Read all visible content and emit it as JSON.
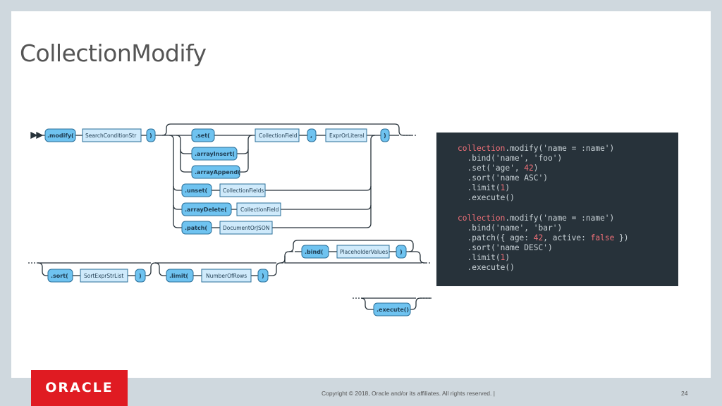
{
  "slide": {
    "title": "CollectionModify",
    "page_number": "24",
    "copyright": "Copyright © 2018, Oracle and/or its affiliates. All rights reserved.  |",
    "logo_text": "ORACLE"
  },
  "diagram": {
    "row1": {
      "modify": ".modify(",
      "search_condition": "SearchConditionStr",
      "close_paren": ")",
      "set": ".set(",
      "collection_field": "CollectionField",
      "comma": ",",
      "expr_or_literal": "ExprOrLiteral",
      "set_close": ")",
      "array_insert": ".arrayInsert(",
      "array_append": ".arrayAppend(",
      "unset": ".unset(",
      "collection_fields": "CollectionFields",
      "array_delete": ".arrayDelete(",
      "array_delete_field": "CollectionField",
      "patch": ".patch(",
      "document_or_json": "DocumentOrJSON"
    },
    "row2": {
      "sort": ".sort(",
      "sort_expr": "SortExprStrList",
      "sort_close": ")",
      "limit": ".limit(",
      "number_of_rows": "NumberOfRows",
      "limit_close": ")",
      "bind": ".bind(",
      "placeholder_values": "PlaceholderValues",
      "bind_close": ")",
      "execute": ".execute()"
    }
  },
  "code": {
    "block1": {
      "line1_obj": "collection",
      "line1_rest": ".modify('name = :name')",
      "line2": "  .bind('name', 'foo')",
      "line3_pre": "  .set('age', ",
      "line3_num": "42",
      "line3_post": ")",
      "line4": "  .sort('name ASC')",
      "line5_pre": "  .limit(",
      "line5_num": "1",
      "line5_post": ")",
      "line6": "  .execute()"
    },
    "block2": {
      "line1_obj": "collection",
      "line1_rest": ".modify('name = :name')",
      "line2": "  .bind('name', 'bar')",
      "line3_pre": "  .patch({ age: ",
      "line3_num": "42",
      "line3_mid": ", active: ",
      "line3_kw": "false",
      "line3_post": " })",
      "line4": "  .sort('name DESC')",
      "line5_pre": "  .limit(",
      "line5_num": "1",
      "line5_post": ")",
      "line6": "  .execute()"
    }
  },
  "colors": {
    "terminal_fill": "#6fc3f0",
    "nonterminal_fill": "#cfeafb",
    "code_bg": "#27323a",
    "oracle_red": "#e01b22"
  }
}
